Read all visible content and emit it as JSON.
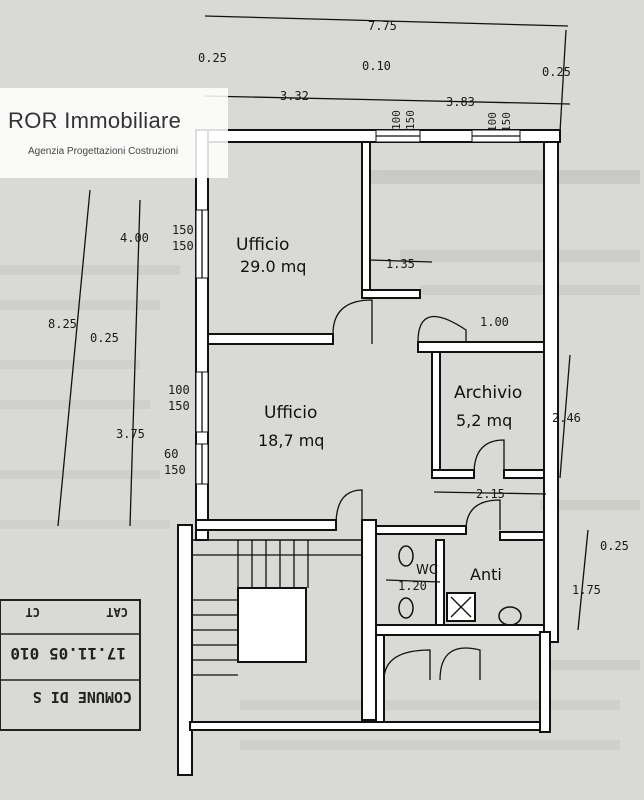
{
  "logo": {
    "name": "ROR Immobiliare",
    "tagline": "Agenzia Progettazioni Costruzioni"
  },
  "dimensions": {
    "total_width": "7.75",
    "left_margin": "0.25",
    "mid_wall": "0.10",
    "right_margin": "0.25",
    "left_span": "3.32",
    "right_span": "3.83",
    "win_a": "100",
    "win_a_h": "150",
    "win_b": "100",
    "win_b_h": "150",
    "height_top": "4.00",
    "height_total": "8.25",
    "wall_mid": "0.25",
    "height_bottom": "3.75",
    "win_left_1": "150",
    "win_left_1b": "150",
    "win_left_2": "100",
    "win_left_2b": "150",
    "win_left_3": "60",
    "win_left_3b": "150",
    "door_135": "1.35",
    "door_100": "1.00",
    "archivio_h": "2.46",
    "corridor_w": "2.15",
    "wc_w": "1.20",
    "anti_wall": "0.25",
    "anti_h": "1.75"
  },
  "rooms": {
    "ufficio1_name": "Ufficio",
    "ufficio1_area": "29.0 mq",
    "ufficio2_name": "Ufficio",
    "ufficio2_area": "18,7 mq",
    "archivio_name": "Archivio",
    "archivio_area": "5,2 mq",
    "wc_name": "WC",
    "anti_name": "Anti"
  },
  "stamp": {
    "line1": "CAT",
    "line2": "CT",
    "line3": "17.11.05 010",
    "line4": "COMUNE DI S"
  },
  "colors": {
    "paper": "#d9d9d6",
    "ink": "#111111"
  }
}
